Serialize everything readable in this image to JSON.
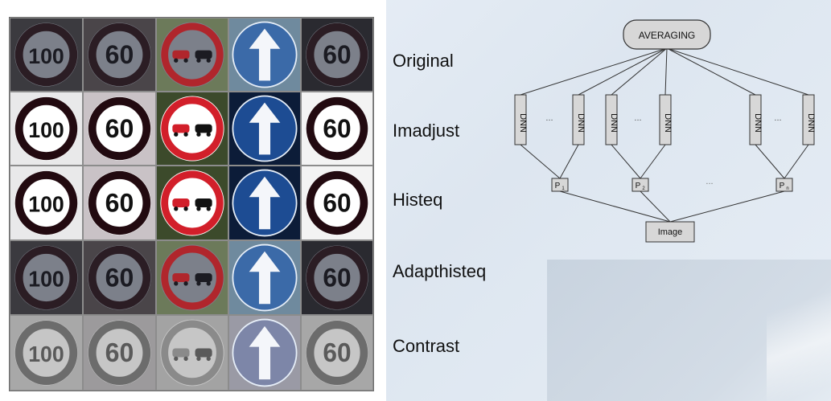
{
  "rows": [
    {
      "label": "Original",
      "style": "dark"
    },
    {
      "label": "Imadjust",
      "style": "bright"
    },
    {
      "label": "Histeq",
      "style": "bright"
    },
    {
      "label": "Adapthisteq",
      "style": "dark"
    },
    {
      "label": "Contrast",
      "style": "gray"
    }
  ],
  "signs": [
    {
      "kind": "speed-limit",
      "text": "100"
    },
    {
      "kind": "speed-limit",
      "text": "60"
    },
    {
      "kind": "no-overtaking",
      "text": ""
    },
    {
      "kind": "ahead-only",
      "text": ""
    },
    {
      "kind": "speed-limit",
      "text": "60"
    }
  ],
  "diagram": {
    "top_node": "AVERAGING",
    "dnn_label": "DNN",
    "ellipsis": "...",
    "p_labels": [
      "P",
      "P",
      "P"
    ],
    "p_subscripts": [
      "1",
      "2",
      "n"
    ],
    "bottom_node": "Image"
  },
  "colors": {
    "sign_red": "#c8232c",
    "sign_blue": "#1f5aa6",
    "node_fill": "#d7d7d7",
    "line": "#333333"
  }
}
